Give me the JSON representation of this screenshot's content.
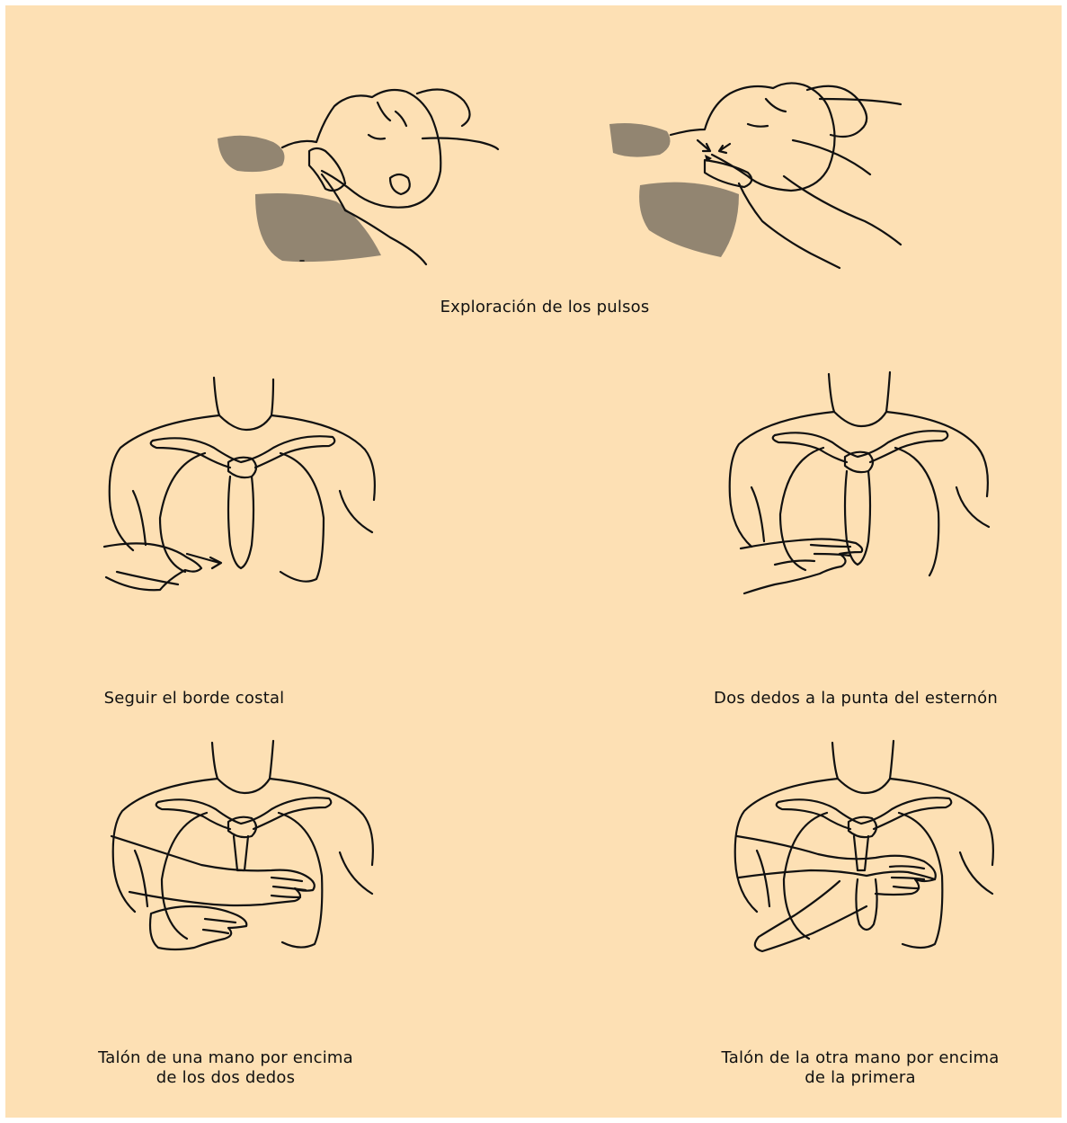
{
  "colors": {
    "background": "#fde0b4",
    "ink": "#111111"
  },
  "figures": [
    {
      "name": "pulse-check-head-left",
      "kind": "head"
    },
    {
      "name": "pulse-check-head-right",
      "kind": "head"
    },
    {
      "name": "torso-follow-costal",
      "kind": "torso-hand-low"
    },
    {
      "name": "torso-two-fingers",
      "kind": "torso-two-fingers"
    },
    {
      "name": "torso-heel-one-hand",
      "kind": "torso-two-hands"
    },
    {
      "name": "torso-heel-other-hand",
      "kind": "torso-stacked-hands"
    }
  ],
  "captions": {
    "pulse": "Exploración de los pulsos",
    "follow_costal": "Seguir el borde costal",
    "two_fingers": "Dos dedos a la punta del esternón",
    "heel_one_line1": "Talón de una mano por encima",
    "heel_one_line2": "de los dos dedos",
    "heel_other_line1": "Talón de la otra mano por encima",
    "heel_other_line2": "de la primera"
  }
}
